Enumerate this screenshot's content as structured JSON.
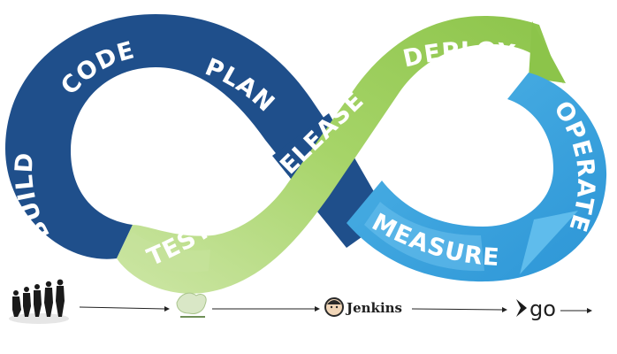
{
  "stages": {
    "code": "CODE",
    "plan": "PLAN",
    "build": "BUILD",
    "test": "TEST",
    "release": "RELEASE",
    "deploy": "DEPLOY",
    "operate": "OPERATE",
    "measure": "MEASURE"
  },
  "colors": {
    "dark_blue": "#1f4f8b",
    "green": "#9acd5a",
    "light_green": "#b9dc84",
    "blue": "#35a2df",
    "light_blue": "#6fc3ef"
  },
  "toolchain": {
    "icons": [
      "human-evolution-icon",
      "leaf-tool-icon",
      "jenkins-logo-icon",
      "go-logo-icon"
    ],
    "jenkins_label": "Jenkins",
    "go_label": "go"
  }
}
